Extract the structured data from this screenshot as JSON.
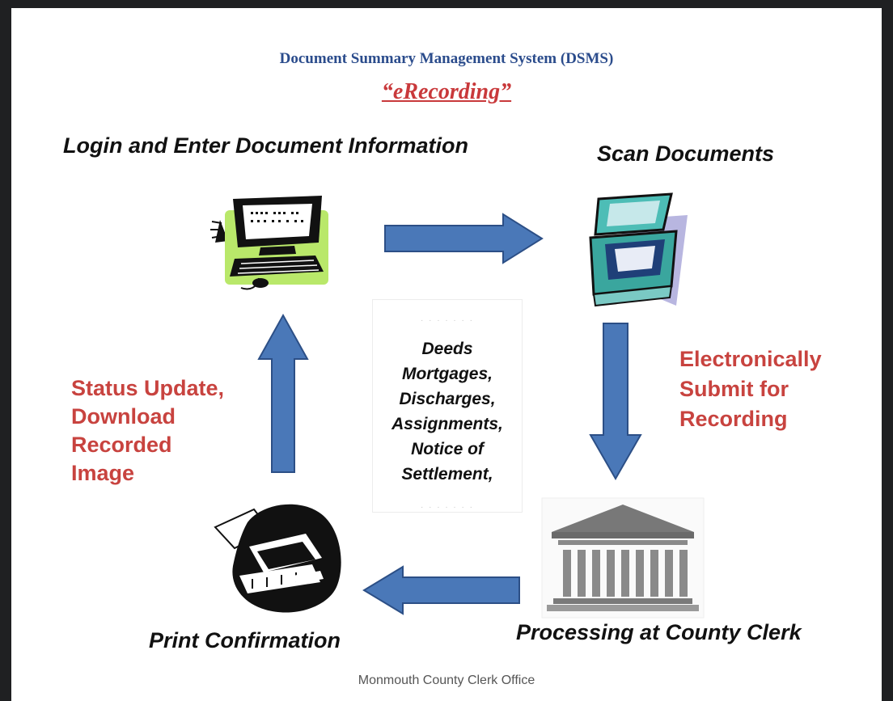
{
  "header": {
    "title": "Document Summary Management System (DSMS)",
    "subtitle": "“eRecording”"
  },
  "steps": {
    "login": "Login and Enter Document Information",
    "scan": "Scan Documents",
    "processing": "Processing at County Clerk",
    "print": "Print Confirmation"
  },
  "annotations": {
    "submit": [
      "Electronically",
      "Submit for",
      "Recording"
    ],
    "status": [
      "Status Update,",
      "Download",
      "Recorded",
      "Image"
    ]
  },
  "document_types": [
    "Deeds",
    "Mortgages,",
    "Discharges,",
    "Assignments,",
    "Notice of",
    "Settlement,"
  ],
  "dots": "· · · · · · ·",
  "footer": "Monmouth County Clerk Office",
  "colors": {
    "title": "#2b4c8c",
    "accent_red": "#c8433f",
    "arrow_fill": "#4a78b8",
    "arrow_stroke": "#2c4f86"
  },
  "icons": [
    "computer-icon",
    "scanner-icon",
    "courthouse-icon",
    "printer-icon"
  ]
}
